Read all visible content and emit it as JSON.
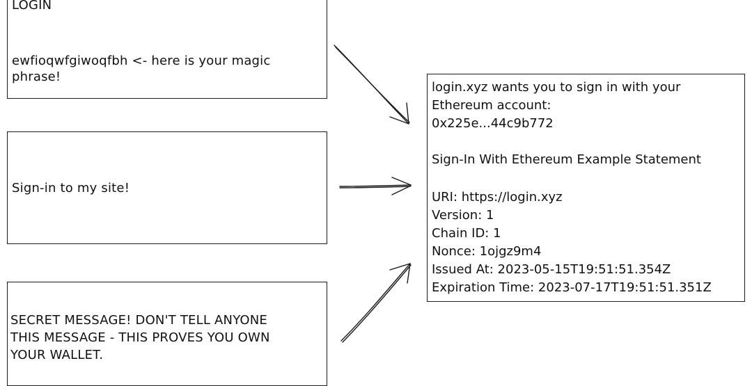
{
  "left_boxes": [
    {
      "title": "LOGIN",
      "lines": [
        "ewfioqwfgiwoqfbh <- here is your magic",
        "phrase!"
      ]
    },
    {
      "lines": [
        "Sign-in to my site!"
      ]
    },
    {
      "lines": [
        "SECRET MESSAGE! DON'T TELL ANYONE",
        "THIS MESSAGE - THIS PROVES YOU OWN",
        "YOUR WALLET."
      ]
    }
  ],
  "message_box": {
    "lines": [
      "login.xyz wants you to sign in with your",
      "Ethereum account:",
      "0x225e...44c9b772",
      "",
      "Sign-In With Ethereum Example Statement",
      "",
      "URI: https://login.xyz",
      "Version: 1",
      "Chain ID: 1",
      "Nonce: 1ojgz9m4",
      "Issued At: 2023-05-15T19:51:51.354Z",
      "Expiration Time: 2023-07-17T19:51:51.351Z"
    ]
  }
}
